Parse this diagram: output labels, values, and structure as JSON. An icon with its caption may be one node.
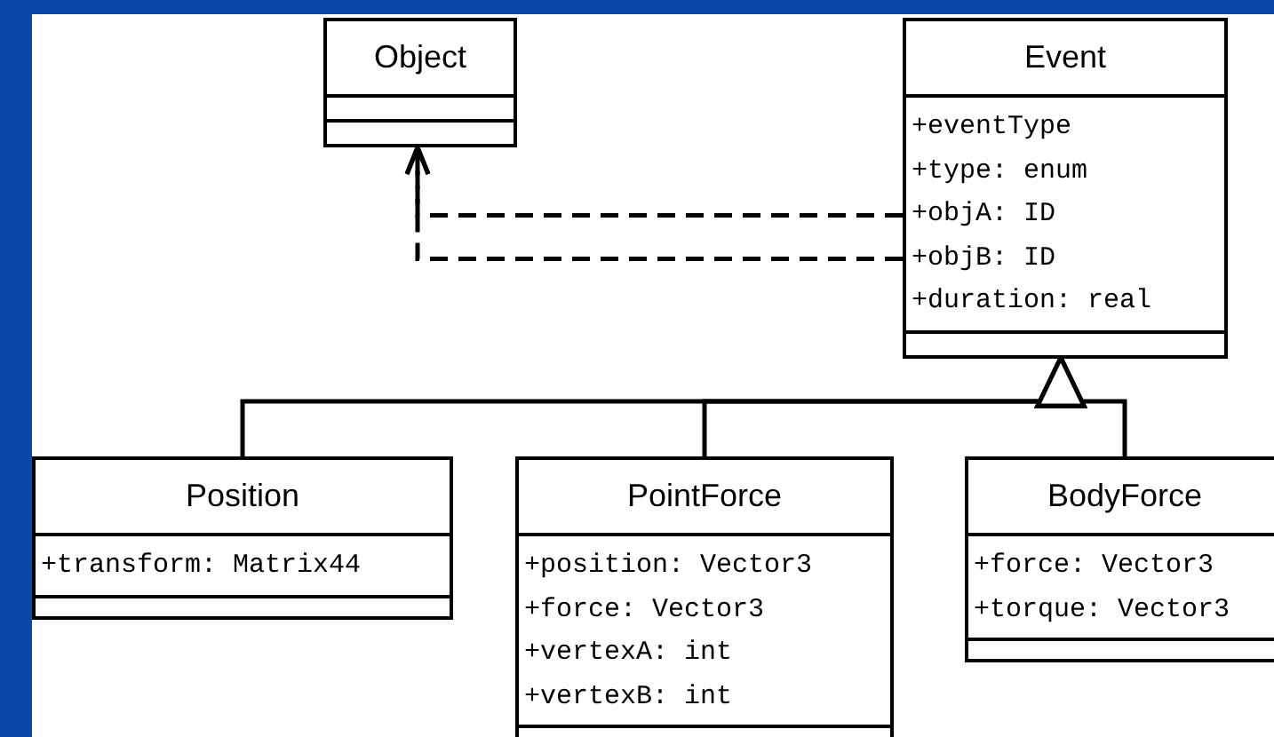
{
  "diagram": {
    "nodes": [
      {
        "text": [
          "Object"
        ]
      },
      {
        "text": [
          "Event",
          "+eventType",
          "+type: enum",
          "+objA: ID",
          "+objB: ID",
          "+duration: real"
        ]
      },
      {
        "text": [
          "Position",
          "+transform: Matrix44"
        ]
      },
      {
        "text": [
          "PointForce",
          "+position: Vector3",
          "+force: Vector3",
          "+vertexA: int",
          "+vertexB: int"
        ]
      },
      {
        "text": [
          "BodyForce",
          "+force: Vector3",
          "+torque: Vector3"
        ]
      }
    ],
    "edges": [
      {
        "from": 1,
        "to": 0,
        "arrow": "to",
        "style": "dashed"
      },
      {
        "from": 1,
        "to": 0,
        "arrow": "to",
        "style": "dashed"
      },
      {
        "from": 2,
        "to": 1,
        "arrow": "to"
      },
      {
        "from": 3,
        "to": 1,
        "arrow": "to"
      },
      {
        "from": 4,
        "to": 1,
        "arrow": "to"
      }
    ]
  }
}
